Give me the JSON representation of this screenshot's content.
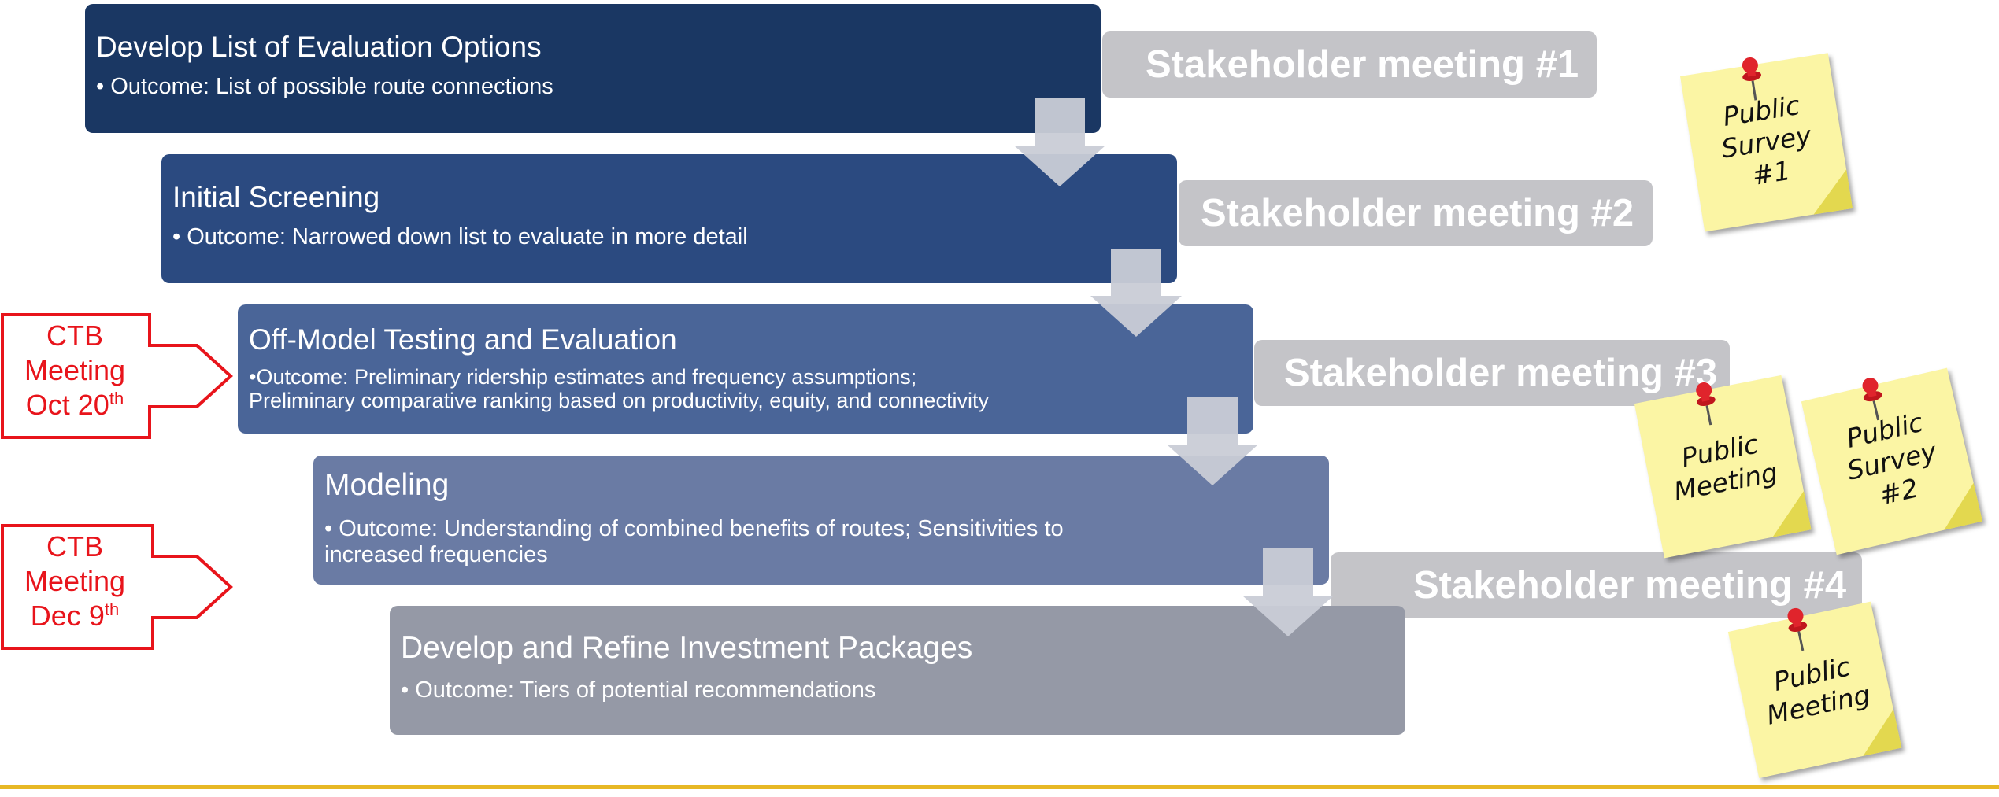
{
  "steps": [
    {
      "title": "Develop List of Evaluation Options",
      "outcome": "• Outcome: List of possible route connections",
      "color": "#1a3763"
    },
    {
      "title": "Initial Screening",
      "outcome": "• Outcome: Narrowed down list to evaluate in more detail",
      "color": "#2b4a80"
    },
    {
      "title": "Off-Model Testing and Evaluation",
      "outcome": "•Outcome: Preliminary ridership estimates and frequency assumptions;\n Preliminary comparative ranking based on productivity, equity, and connectivity",
      "color": "#4a6598"
    },
    {
      "title": "Modeling",
      "outcome": "• Outcome: Understanding of combined benefits of routes; Sensitivities to\n   increased frequencies",
      "color": "#6a7ba4"
    },
    {
      "title": "Develop and Refine Investment Packages",
      "outcome": "• Outcome: Tiers of potential recommendations",
      "color": "#9599a6"
    }
  ],
  "stakeholder_meetings": [
    "Stakeholder meeting #1",
    "Stakeholder meeting #2",
    "Stakeholder meeting #3",
    "Stakeholder meeting #4"
  ],
  "ctb_meetings": [
    {
      "line1": "CTB",
      "line2": "Meeting",
      "line3": "Oct 20",
      "sup": "th"
    },
    {
      "line1": "CTB",
      "line2": "Meeting",
      "line3": "Dec 9",
      "sup": "th"
    }
  ],
  "sticky_notes": [
    {
      "text": "Public\nSurvey\n#1"
    },
    {
      "text": "Public\nMeeting"
    },
    {
      "text": "Public\nSurvey\n#2"
    },
    {
      "text": "Public\nMeeting"
    }
  ],
  "colors": {
    "stakeholder_bar": "#c4c4c8",
    "arrow": "#c9ccd6",
    "ctb_red": "#e8141b",
    "sticky": "#fbf5a4",
    "pin": "#e0242c",
    "bottom_rule": "#e7b825"
  }
}
